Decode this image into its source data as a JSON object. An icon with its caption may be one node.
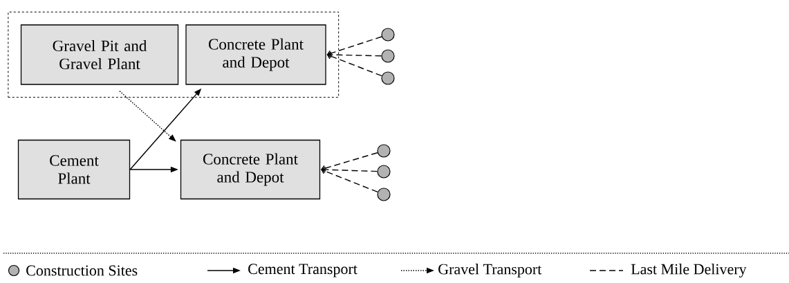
{
  "diagram": {
    "nodes": [
      {
        "text": [],
        "shape": "box"
      },
      {
        "text": [
          "Gravel Pit and Gravel Plant"
        ],
        "in": 0
      },
      {
        "text": [
          "Concrete Plant and Depot"
        ],
        "in": 0
      },
      {
        "text": [
          "Cement Plant"
        ]
      },
      {
        "text": [
          "Concrete Plant and Depot"
        ]
      },
      {
        "text": [],
        "shape": "circle"
      },
      {
        "text": [],
        "shape": "circle"
      },
      {
        "text": [],
        "shape": "circle"
      },
      {
        "text": [],
        "shape": "circle"
      },
      {
        "text": [],
        "shape": "circle"
      },
      {
        "text": [],
        "shape": "circle"
      }
    ],
    "edges": [
      {
        "from": 3,
        "to": 2,
        "arrow": "to"
      },
      {
        "from": 3,
        "to": 4,
        "arrow": "to"
      },
      {
        "from": 1,
        "to": 4,
        "arrow": "to",
        "style": "dashed"
      },
      {
        "from": 5,
        "to": 2,
        "arrow": "to",
        "style": "dashed"
      },
      {
        "from": 6,
        "to": 2,
        "arrow": "to",
        "style": "dashed"
      },
      {
        "from": 7,
        "to": 2,
        "arrow": "to",
        "style": "dashed"
      },
      {
        "from": 8,
        "to": 4,
        "arrow": "to",
        "style": "dashed"
      },
      {
        "from": 9,
        "to": 4,
        "arrow": "to",
        "style": "dashed"
      },
      {
        "from": 10,
        "to": 4,
        "arrow": "to",
        "style": "dashed"
      }
    ],
    "legend": [
      {
        "text": "Construction Sites"
      },
      {
        "text": "Cement Transport"
      },
      {
        "text": "Gravel Transport"
      },
      {
        "text": "Last Mile Delivery"
      }
    ]
  }
}
